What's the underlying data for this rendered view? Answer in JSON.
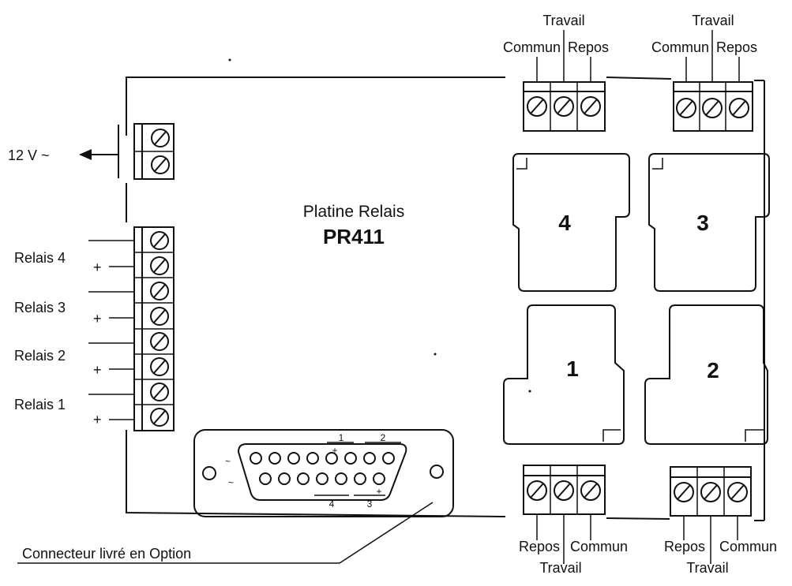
{
  "labels": {
    "power": "12 V ~",
    "title": "Platine Relais",
    "model": "PR411",
    "option": "Connecteur livré en Option",
    "plus": "+",
    "tilde": "~"
  },
  "inputs": [
    {
      "label": "Relais 4",
      "sign": "+"
    },
    {
      "label": "Relais 3",
      "sign": "+"
    },
    {
      "label": "Relais 2",
      "sign": "+"
    },
    {
      "label": "Relais 1",
      "sign": "+"
    }
  ],
  "relays": [
    "4",
    "3",
    "1",
    "2"
  ],
  "contacts": {
    "commun": "Commun",
    "travail": "Travail",
    "repos": "Repos"
  },
  "connector_pins": {
    "top": [
      "1",
      "2"
    ],
    "bottom": [
      "4",
      "3"
    ]
  }
}
